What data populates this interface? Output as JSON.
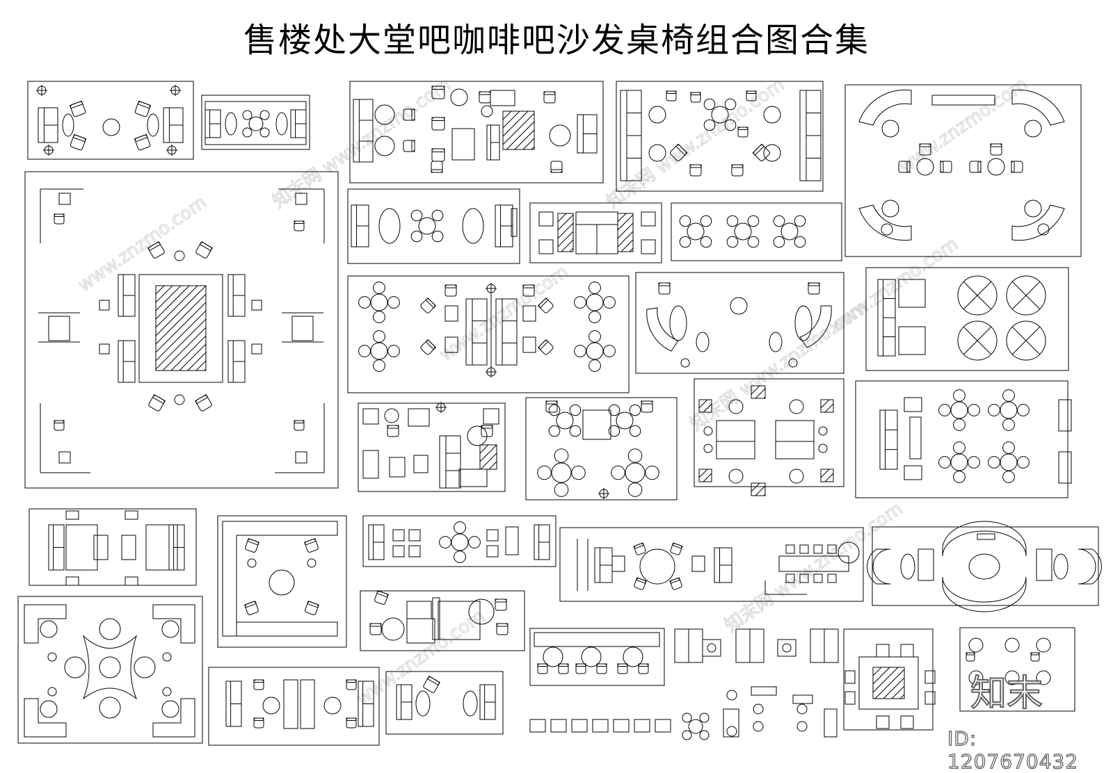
{
  "title": "售楼处大堂吧咖啡吧沙发桌椅组合图合集",
  "watermark_text": "知末",
  "watermark_url": "www.znzmo.com",
  "watermark_site": "知末网",
  "id_label": "ID: 1207670432",
  "colors": {
    "line": "#000000",
    "background": "#ffffff",
    "watermark": "#cccccc"
  }
}
